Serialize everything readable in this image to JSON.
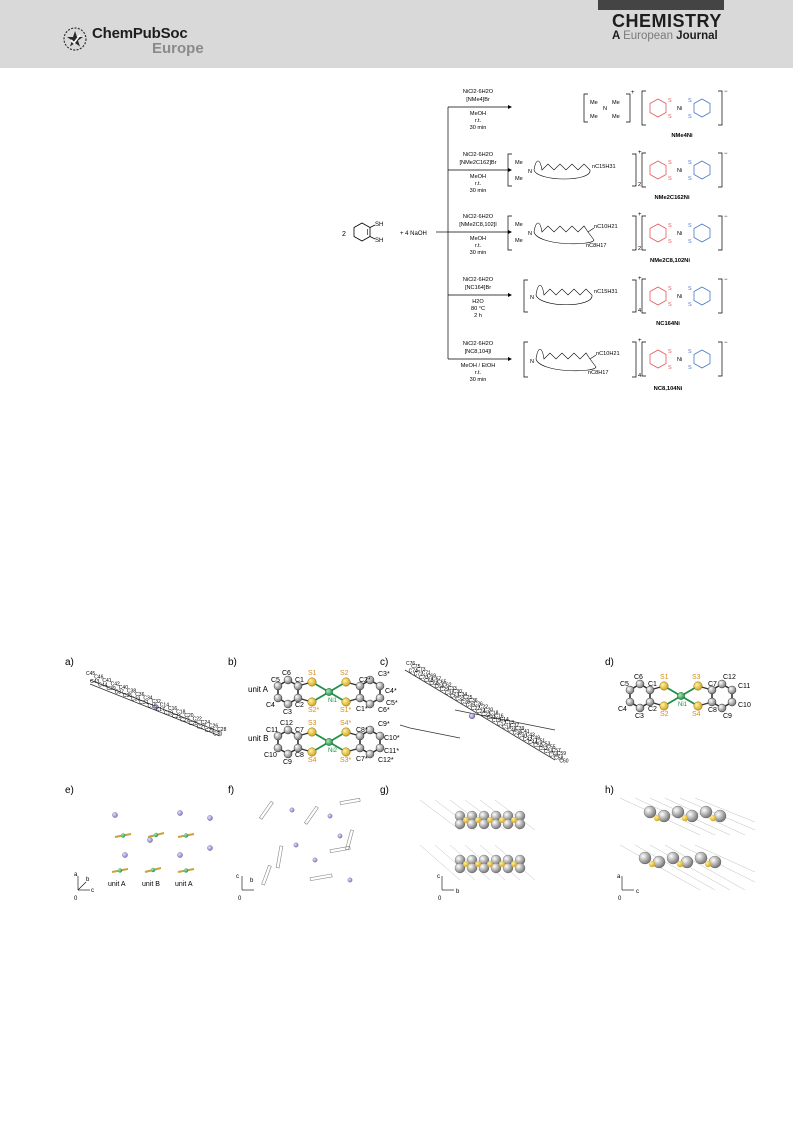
{
  "header": {
    "logo_line1": "ChemPubSoc",
    "logo_line2": "Europe",
    "journal_line1": "CHEMISTRY",
    "journal_line2_prefix": "A",
    "journal_line2_mid": "European",
    "journal_line2_suffix": "Journal"
  },
  "scheme": {
    "reactant_coeff": "2",
    "sh_label": "SH",
    "plus_naoh": "+ 4 NaOH",
    "me": "Me",
    "n": "N",
    "ni": "Ni",
    "s": "S",
    "subscript_2": "2",
    "subscript_4": "4",
    "c8h17": "nC8H17",
    "c10h21": "nC10H21",
    "c15h31": "nC15H31",
    "reactions": [
      {
        "reagent": "NiCl2·6H2O",
        "salt": "[NMe4]Br",
        "solvent": "MeOH",
        "temp": "r.t.",
        "time": "30 min",
        "product": "NMe4Ni"
      },
      {
        "reagent": "NiCl2·6H2O",
        "salt": "[NMe2C162]Br",
        "solvent": "MeOH",
        "temp": "r.t.",
        "time": "30 min",
        "product": "NMe2C162Ni"
      },
      {
        "reagent": "NiCl2·6H2O",
        "salt": "[NMe2C8,102]I",
        "solvent": "MeOH",
        "temp": "r.t.",
        "time": "30 min",
        "product": "NMe2C8,102Ni"
      },
      {
        "reagent": "NiCl2·6H2O",
        "salt": "[NC164]Br",
        "solvent": "H2O",
        "temp": "80 °C",
        "time": "2 h",
        "product": "NC164Ni"
      },
      {
        "reagent": "NiCl2·6H2O",
        "salt": "[NC8,104]I",
        "solvent": "MeOH / EtOH",
        "temp": "r.t.",
        "time": "30 min",
        "product": "NC8,104Ni"
      }
    ]
  },
  "figure": {
    "panels": [
      "a)",
      "b)",
      "c)",
      "d)",
      "e)",
      "f)",
      "g)",
      "h)"
    ],
    "unit_a": "unit A",
    "unit_b": "unit B",
    "atoms_b": {
      "s1": "S1",
      "s2": "S2",
      "s1s": "S1*",
      "s2s": "S2*",
      "s3": "S3",
      "s4": "S4",
      "s3s": "S3*",
      "s4s": "S4*",
      "ni1": "Ni1",
      "ni2": "Ni2",
      "c1": "C1",
      "c2": "C2",
      "c3": "C3",
      "c4": "C4",
      "c5": "C5",
      "c6": "C6",
      "c1s": "C1*",
      "c2s": "C2*",
      "c3s": "C3*",
      "c4s": "C4*",
      "c5s": "C5*",
      "c6s": "C6*",
      "c7": "C7",
      "c8": "C8",
      "c9": "C9",
      "c10": "C10",
      "c11": "C11",
      "c12": "C12",
      "c7s": "C7*",
      "c8s": "C8*",
      "c9s": "C9*",
      "c10s": "C10*",
      "c11s": "C11*",
      "c12s": "C12*"
    },
    "atoms_d": {
      "s1": "S1",
      "s2": "S2",
      "s3": "S3",
      "s4": "S4",
      "ni1": "Ni1",
      "c1": "C1",
      "c2": "C2",
      "c3": "C3",
      "c4": "C4",
      "c5": "C5",
      "c6": "C6",
      "c7": "C7",
      "c8": "C8",
      "c9": "C9",
      "c10": "C10",
      "c11": "C11",
      "c12": "C12"
    },
    "chain_a_labels": [
      "C45",
      "C43",
      "C46",
      "C44",
      "C41",
      "C39",
      "C42",
      "C37",
      "C40",
      "C35",
      "C38",
      "C33",
      "C36",
      "C31",
      "C34",
      "C15",
      "C32",
      "C17",
      "C14",
      "C19",
      "C16",
      "C21",
      "C18",
      "C23",
      "C20",
      "C25",
      "C22",
      "C27",
      "C24",
      "C29",
      "C26",
      "C30",
      "C28"
    ],
    "chain_c_labels": [
      "C76",
      "C74",
      "C75",
      "C72",
      "C73",
      "C70",
      "C71",
      "C68",
      "C69",
      "C66",
      "C67",
      "C64",
      "C65",
      "C29",
      "C62",
      "C31",
      "C33",
      "C63",
      "C30",
      "C32",
      "C34",
      "C28",
      "C25",
      "C35",
      "C36",
      "C27",
      "C26",
      "C24",
      "C22",
      "C23",
      "C20",
      "C21",
      "C18",
      "C19",
      "C16",
      "C17",
      "C14",
      "C15",
      "C13",
      "C48",
      "C37",
      "C38",
      "C39",
      "C40",
      "C41",
      "C42",
      "C43",
      "C44",
      "C49",
      "C50",
      "C51",
      "C52",
      "C53",
      "C54",
      "C55",
      "C56",
      "C57",
      "C58",
      "C59",
      "C60"
    ],
    "axes": {
      "a": "a",
      "b": "b",
      "c": "c",
      "o": "0"
    }
  }
}
